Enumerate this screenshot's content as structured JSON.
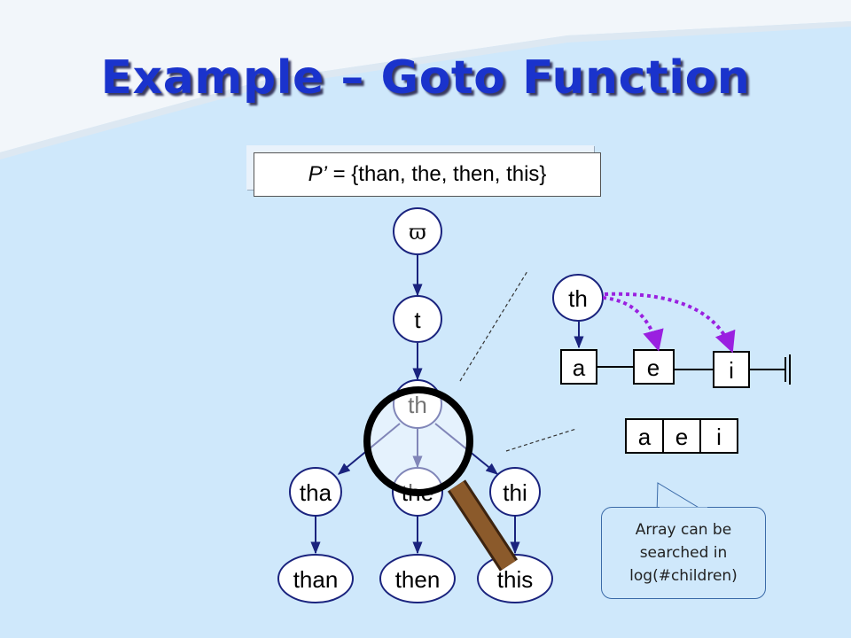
{
  "slide": {
    "title": "Example – Goto Function",
    "pattern_set": {
      "symbol": "P’",
      "equals": "= {than, the, then, this}"
    },
    "callout": {
      "lines": [
        "Array can be",
        "searched in",
        "log(#children)"
      ]
    }
  },
  "trie": {
    "root": "ϖ",
    "nodes": [
      "t",
      "th",
      "tha",
      "the",
      "thi",
      "than",
      "then",
      "this"
    ]
  },
  "zoom": {
    "parent": "th",
    "linked_children": [
      "a",
      "e",
      "i"
    ],
    "array_cells": [
      "a",
      "e",
      "i"
    ]
  },
  "colors": {
    "title": "#1a33cc",
    "background": "#cfe8fb",
    "edge": "#1a237e",
    "dotted_link": "#9a20e0",
    "magnifier_handle": "#8b5a2b"
  }
}
